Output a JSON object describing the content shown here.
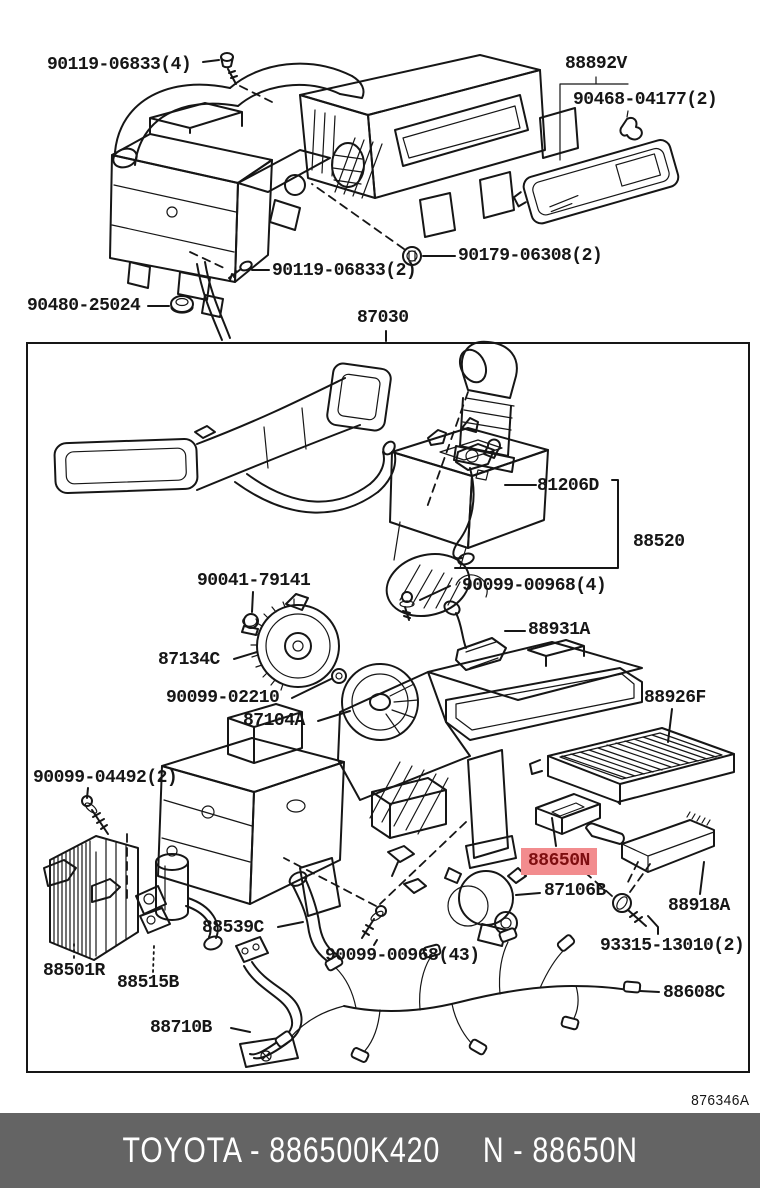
{
  "colors": {
    "line": "#161616",
    "highlight_bg": "#f28c8e",
    "highlight_text": "#7e0e10",
    "footer_bg": "#646464",
    "footer_text": "#ffffff"
  },
  "selection": {
    "highlighted_part": "88650N"
  },
  "diagram_code": "876346A",
  "footer": {
    "catalog_label": "TOYOTA - 886500K420",
    "part_label": "N - 88650N"
  },
  "labels": {
    "bolt_90119_06833_4": "90119-06833(4)",
    "panel_88892v": "88892V",
    "clip_90468_04177": "90468-04177(2)",
    "nut_90179_06308": "90179-06308(2)",
    "bolt_90119_06833_2": "90119-06833(2)",
    "grommet_90480_25024": "90480-25024",
    "assy_87030": "87030",
    "servo_81206d": "81206D",
    "unit_88520": "88520",
    "nut_90041_79141": "90041-79141",
    "screw_90099_00968_4": "90099-00968(4)",
    "sensor_88931a": "88931A",
    "fan_87134c": "87134C",
    "nut_90099_02210": "90099-02210",
    "fan_87104a": "87104A",
    "filter_88926f": "88926F",
    "screw_90099_04492": "90099-04492(2)",
    "part_88650n": "88650N",
    "servo_87106b": "87106B",
    "amp_88918a": "88918A",
    "bolt_93315_13010": "93315-13010(2)",
    "hose_88539c": "88539C",
    "screw_90099_00968_43": "90099-00968(43)",
    "evaporator_88501r": "88501R",
    "valve_88515b": "88515B",
    "pipe_88710b": "88710B",
    "harness_88608c": "88608C"
  }
}
